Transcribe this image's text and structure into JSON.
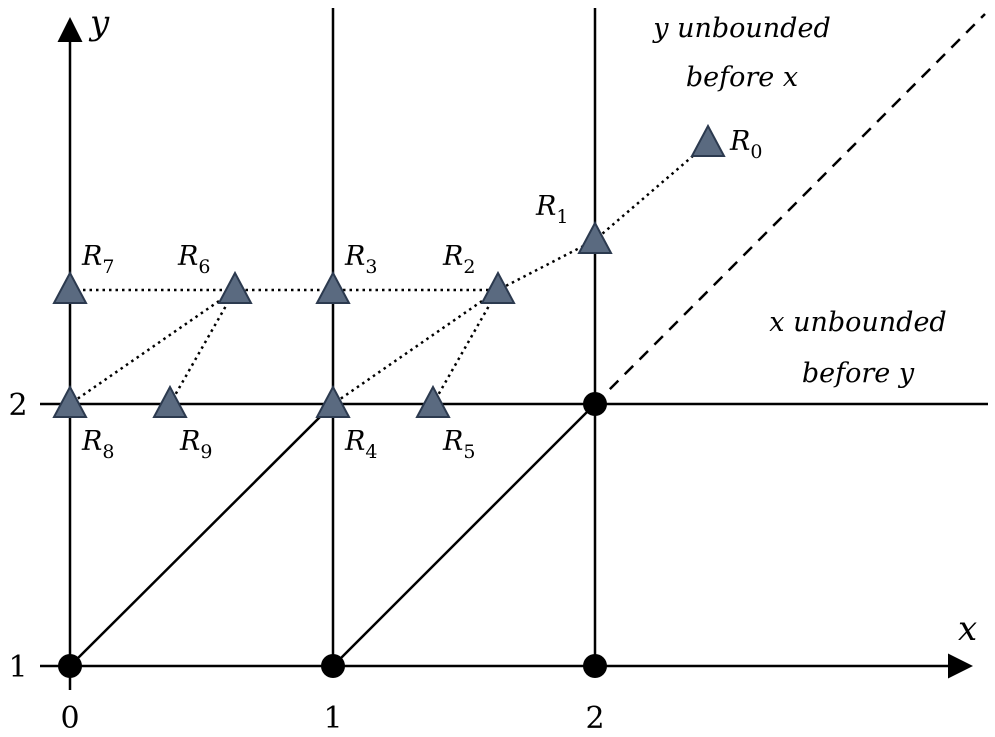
{
  "axes": {
    "x_label": "x",
    "y_label": "y",
    "x_ticks": [
      "0",
      "1",
      "2"
    ],
    "y_ticks": [
      "1",
      "2"
    ]
  },
  "annotations": {
    "upper_line1": "y unbounded",
    "upper_line2": "before x",
    "lower_line1": "x unbounded",
    "lower_line2": "before y"
  },
  "regions": [
    {
      "name": "R",
      "sub": "0"
    },
    {
      "name": "R",
      "sub": "1"
    },
    {
      "name": "R",
      "sub": "2"
    },
    {
      "name": "R",
      "sub": "3"
    },
    {
      "name": "R",
      "sub": "4"
    },
    {
      "name": "R",
      "sub": "5"
    },
    {
      "name": "R",
      "sub": "6"
    },
    {
      "name": "R",
      "sub": "7"
    },
    {
      "name": "R",
      "sub": "8"
    },
    {
      "name": "R",
      "sub": "9"
    }
  ],
  "colors": {
    "marker_fill": "#5a6a80",
    "marker_stroke": "#2c3a4f"
  }
}
